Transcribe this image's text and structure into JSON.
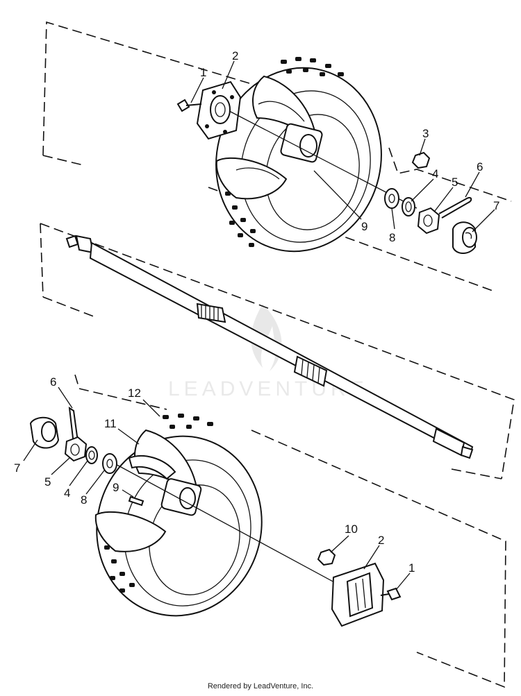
{
  "callouts": {
    "top_1": "1",
    "top_2": "2",
    "top_3": "3",
    "top_4": "4",
    "top_5": "5",
    "top_6": "6",
    "top_7": "7",
    "top_8": "8",
    "top_9": "9",
    "bot_1": "1",
    "bot_2": "2",
    "bot_4": "4",
    "bot_5": "5",
    "bot_6": "6",
    "bot_7": "7",
    "bot_8": "8",
    "bot_9": "9",
    "bot_10": "10",
    "bot_11": "11",
    "bot_12": "12"
  },
  "watermark": {
    "text": "LEADVENTURE"
  },
  "footer": {
    "text": "Rendered by LeadVenture, Inc."
  }
}
